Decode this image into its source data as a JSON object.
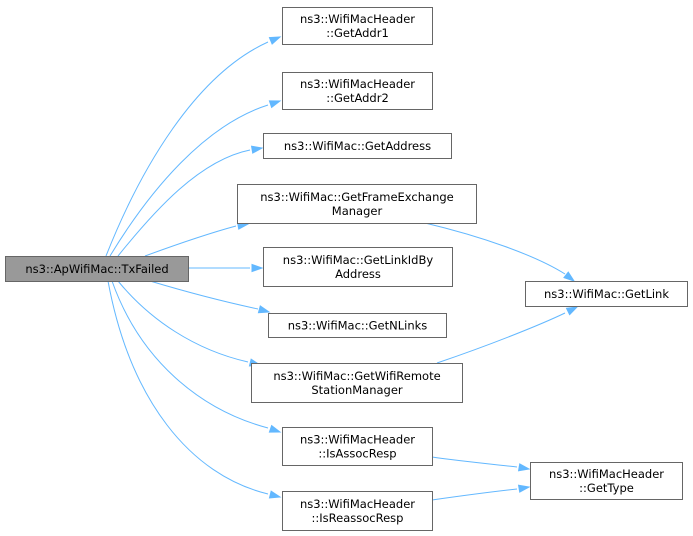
{
  "root": {
    "id": "txfailed",
    "lines": [
      "ns3::ApWifiMac::TxFailed"
    ]
  },
  "nodes": [
    {
      "id": "getaddr1",
      "lines": [
        "ns3::WifiMacHeader",
        "::GetAddr1"
      ]
    },
    {
      "id": "getaddr2",
      "lines": [
        "ns3::WifiMacHeader",
        "::GetAddr2"
      ]
    },
    {
      "id": "getaddress",
      "lines": [
        "ns3::WifiMac::GetAddress"
      ]
    },
    {
      "id": "getframeexchange",
      "lines": [
        "ns3::WifiMac::GetFrameExchange",
        "Manager"
      ]
    },
    {
      "id": "getlinkidbyaddress",
      "lines": [
        "ns3::WifiMac::GetLinkIdBy",
        "Address"
      ]
    },
    {
      "id": "getnlinks",
      "lines": [
        "ns3::WifiMac::GetNLinks"
      ]
    },
    {
      "id": "getwifiremote",
      "lines": [
        "ns3::WifiMac::GetWifiRemote",
        "StationManager"
      ]
    },
    {
      "id": "isassocresp",
      "lines": [
        "ns3::WifiMacHeader",
        "::IsAssocResp"
      ]
    },
    {
      "id": "isreassocresp",
      "lines": [
        "ns3::WifiMacHeader",
        "::IsReassocResp"
      ]
    },
    {
      "id": "getlink",
      "lines": [
        "ns3::WifiMac::GetLink"
      ]
    },
    {
      "id": "gettype",
      "lines": [
        "ns3::WifiMacHeader",
        "::GetType"
      ]
    }
  ],
  "edges": [
    {
      "from": "txfailed",
      "to": "getaddr1"
    },
    {
      "from": "txfailed",
      "to": "getaddr2"
    },
    {
      "from": "txfailed",
      "to": "getaddress"
    },
    {
      "from": "txfailed",
      "to": "getframeexchange"
    },
    {
      "from": "txfailed",
      "to": "getlinkidbyaddress"
    },
    {
      "from": "txfailed",
      "to": "getnlinks"
    },
    {
      "from": "txfailed",
      "to": "getwifiremote"
    },
    {
      "from": "txfailed",
      "to": "isassocresp"
    },
    {
      "from": "txfailed",
      "to": "isreassocresp"
    },
    {
      "from": "getframeexchange",
      "to": "getlink"
    },
    {
      "from": "getwifiremote",
      "to": "getlink"
    },
    {
      "from": "isassocresp",
      "to": "gettype"
    },
    {
      "from": "isreassocresp",
      "to": "gettype"
    }
  ],
  "colors": {
    "edge": "#63b8ff",
    "node_border": "#666666",
    "root_fill": "#999999",
    "node_fill": "#ffffff"
  }
}
